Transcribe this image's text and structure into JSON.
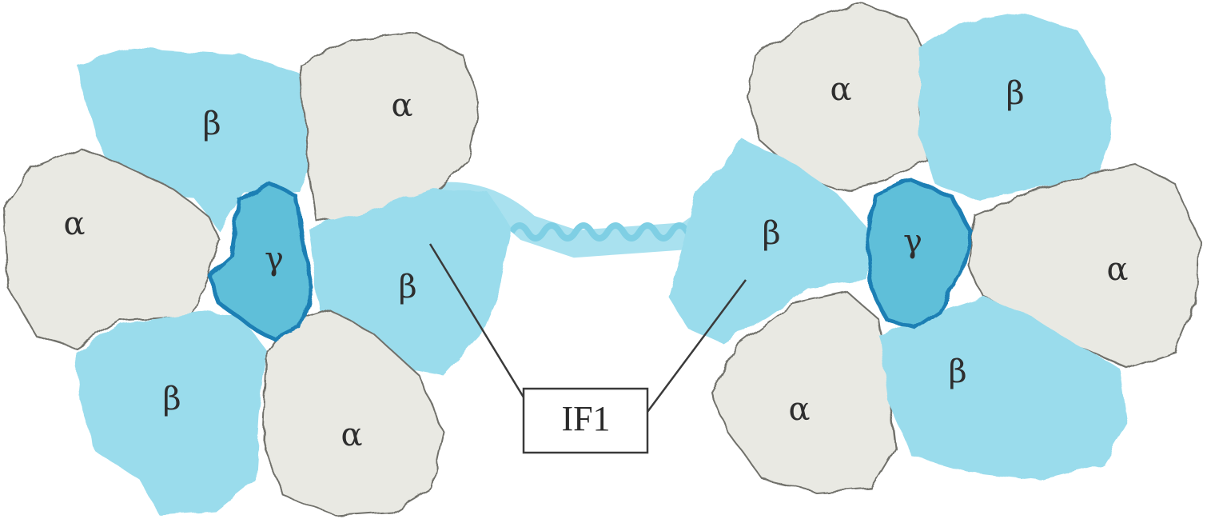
{
  "colors": {
    "alpha_fill": "#e9e9e3",
    "alpha_edge": "#6f6f6a",
    "beta_fill": "#9adcec",
    "gamma_fill": "#5fbfd9",
    "gamma_edge": "#1a7fb4",
    "leader_line": "#3a3a3a"
  },
  "left_complex": {
    "labels": {
      "beta_top": "β",
      "alpha_top": "α",
      "alpha_left": "α",
      "gamma": "γ",
      "beta_right": "β",
      "beta_bottom": "β",
      "alpha_bottom": "α"
    }
  },
  "right_complex": {
    "labels": {
      "alpha_top": "α",
      "beta_top": "β",
      "beta_left": "β",
      "gamma": "γ",
      "alpha_right": "α",
      "alpha_bottom": "α",
      "beta_bottom": "β"
    }
  },
  "inhibitor": {
    "label": "IF1"
  }
}
